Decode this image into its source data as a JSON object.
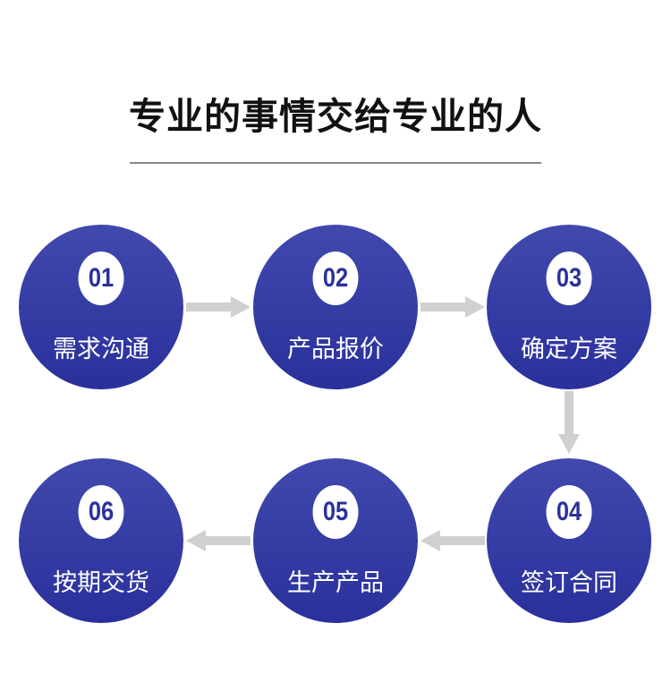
{
  "title": "专业的事情交给专业的人",
  "steps": [
    {
      "num": "01",
      "label": "需求沟通"
    },
    {
      "num": "02",
      "label": "产品报价"
    },
    {
      "num": "03",
      "label": "确定方案"
    },
    {
      "num": "04",
      "label": "签订合同"
    },
    {
      "num": "05",
      "label": "生产产品"
    },
    {
      "num": "06",
      "label": "按期交货"
    }
  ],
  "colors": {
    "circle_top": "#4149ad",
    "circle_bottom": "#2a309b",
    "arrow": "#d0d0d0"
  }
}
